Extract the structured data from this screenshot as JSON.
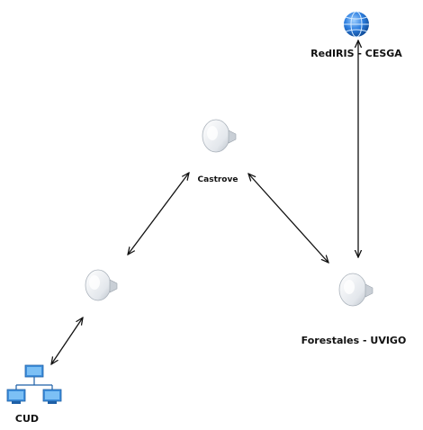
{
  "nodes": {
    "redirs": {
      "label": "RedIRIS - CESGA",
      "icon": "globe-icon"
    },
    "castrove": {
      "label": "Castrove",
      "icon": "wireless-antenna-icon"
    },
    "relay": {
      "label": "",
      "icon": "wireless-antenna-icon"
    },
    "forestales": {
      "label": "Forestales - UVIGO",
      "icon": "wireless-antenna-icon"
    },
    "cud": {
      "label": "CUD",
      "icon": "network-computers-icon"
    }
  },
  "links": [
    {
      "from": "redirs",
      "to": "forestales"
    },
    {
      "from": "castrove",
      "to": "forestales"
    },
    {
      "from": "castrove",
      "to": "relay"
    },
    {
      "from": "relay",
      "to": "cud"
    }
  ],
  "colors": {
    "globe": "#2e7fe0",
    "antenna_body": "#e9edf2",
    "monitor": "#3f8fdc",
    "line": "#111111"
  }
}
